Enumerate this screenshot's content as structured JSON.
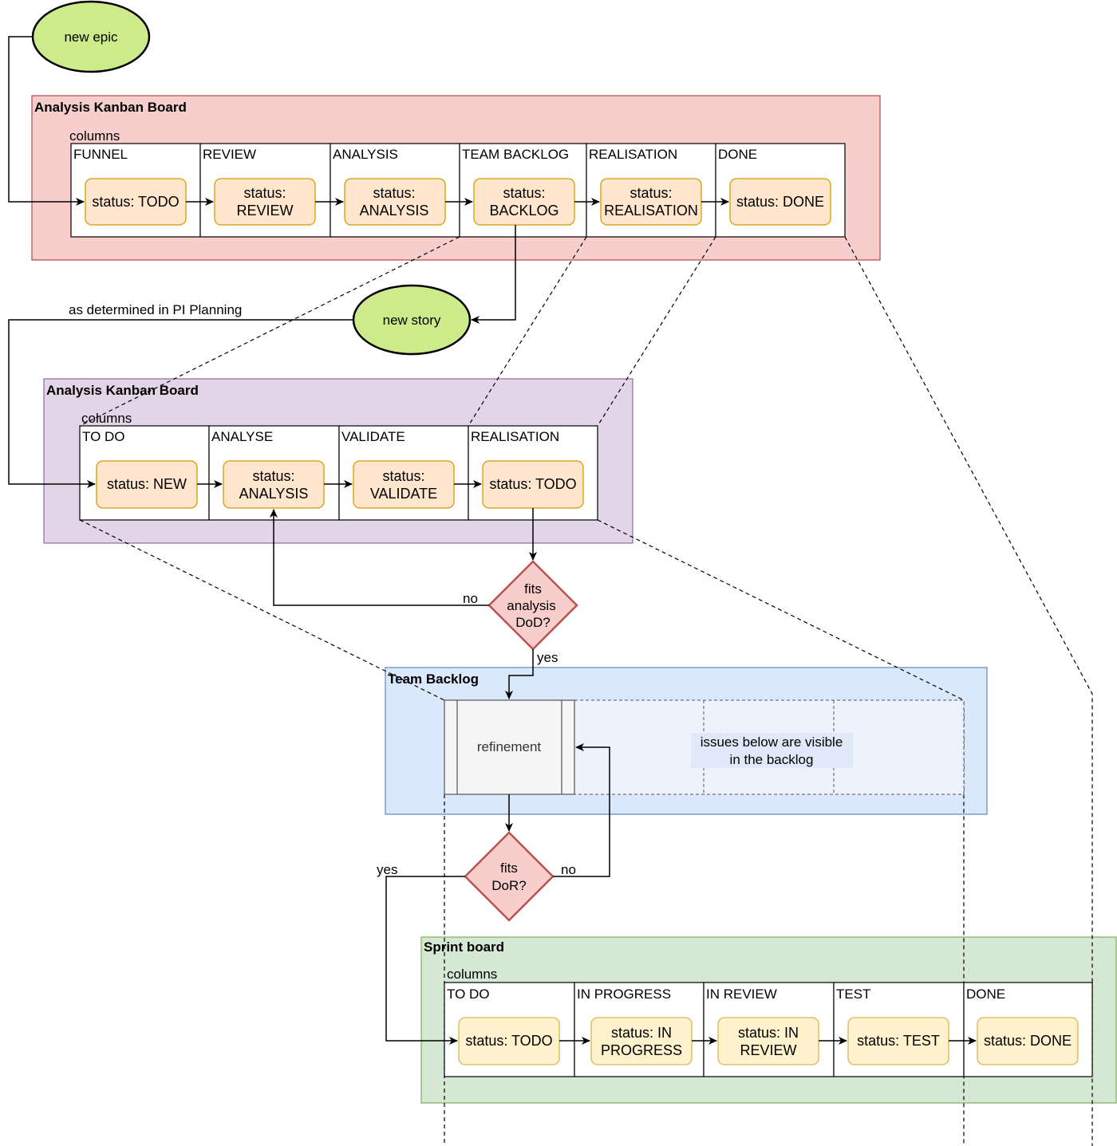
{
  "colors": {
    "epic_board_fill": "#f8cecc",
    "epic_board_stroke": "#b85450",
    "story_board_fill": "#e1d5e7",
    "story_board_stroke": "#9673a6",
    "backlog_fill": "#dae8fc",
    "backlog_stroke": "#6c8ebf",
    "sprint_fill": "#d5e8d4",
    "sprint_stroke": "#82b366",
    "card_orange_fill": "#ffe6cc",
    "card_orange_stroke": "#d79b00",
    "card_yellow_fill": "#fff2cc",
    "card_yellow_stroke": "#d6b656",
    "start_fill": "#cdeb8b",
    "decision_fill": "#f8cecc",
    "decision_stroke": "#b85450"
  },
  "start_nodes": {
    "epic": "new epic",
    "story": "new story"
  },
  "edge_labels": {
    "pi_planning": "as determined in PI Planning",
    "dod_no": "no",
    "dod_yes": "yes",
    "dor_yes": "yes",
    "dor_no": "no"
  },
  "epic_board": {
    "title": "Analysis Kanban Board",
    "columns_label": "columns",
    "columns": [
      {
        "name": "FUNNEL",
        "card": [
          "status: TODO"
        ]
      },
      {
        "name": "REVIEW",
        "card": [
          "status:",
          "REVIEW"
        ]
      },
      {
        "name": "ANALYSIS",
        "card": [
          "status:",
          "ANALYSIS"
        ]
      },
      {
        "name": "TEAM BACKLOG",
        "card": [
          "status:",
          "BACKLOG"
        ]
      },
      {
        "name": "REALISATION",
        "card": [
          "status:",
          "REALISATION"
        ]
      },
      {
        "name": "DONE",
        "card": [
          "status: DONE"
        ]
      }
    ]
  },
  "story_board": {
    "title": "Analysis Kanban Board",
    "columns_label": "columns",
    "columns": [
      {
        "name": "TO DO",
        "card": [
          "status: NEW"
        ]
      },
      {
        "name": "ANALYSE",
        "card": [
          "status:",
          "ANALYSIS"
        ]
      },
      {
        "name": "VALIDATE",
        "card": [
          "status:",
          "VALIDATE"
        ]
      },
      {
        "name": "REALISATION",
        "card": [
          "status: TODO"
        ]
      }
    ]
  },
  "decisions": {
    "dod": [
      "fits",
      "analysis",
      "DoD?"
    ],
    "dor": [
      "fits",
      "DoR?"
    ]
  },
  "team_backlog": {
    "title": "Team Backlog",
    "refinement": "refinement",
    "note": [
      "issues below are visible",
      "in the backlog"
    ]
  },
  "sprint_board": {
    "title": "Sprint board",
    "columns_label": "columns",
    "columns": [
      {
        "name": "TO DO",
        "card": [
          "status: TODO"
        ]
      },
      {
        "name": "IN PROGRESS",
        "card": [
          "status: IN",
          "PROGRESS"
        ]
      },
      {
        "name": "IN REVIEW",
        "card": [
          "status: IN",
          "REVIEW"
        ]
      },
      {
        "name": "TEST",
        "card": [
          "status: TEST"
        ]
      },
      {
        "name": "DONE",
        "card": [
          "status: DONE"
        ]
      }
    ]
  }
}
